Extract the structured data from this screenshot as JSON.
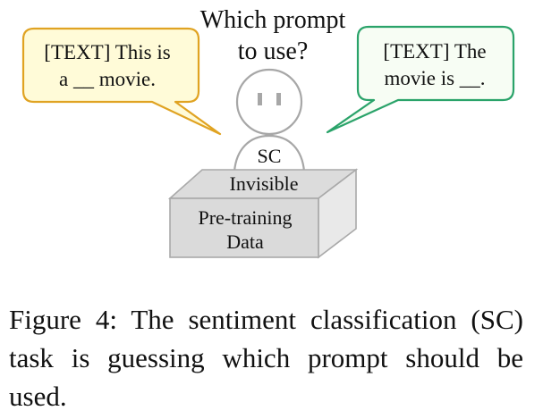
{
  "question": {
    "line1": "Which prompt",
    "line2": "to use?"
  },
  "left_bubble": {
    "line1": "[TEXT] This is",
    "line2": "a __ movie.",
    "border_color": "#e0a322",
    "fill_color": "#fffbd8"
  },
  "right_bubble": {
    "line1": "[TEXT] The",
    "line2": "movie is __.",
    "border_color": "#2aa36a",
    "fill_color": "#f7fdf4"
  },
  "figure_person": {
    "label": "SC"
  },
  "box": {
    "top_label": "Invisible",
    "front_line1": "Pre-training",
    "front_line2": "Data"
  },
  "caption": {
    "text": "Figure 4: The sentiment classification (SC) task is guessing which prompt should be used."
  },
  "icons": [
    "speech-bubble-icon",
    "person-icon",
    "box-icon"
  ]
}
